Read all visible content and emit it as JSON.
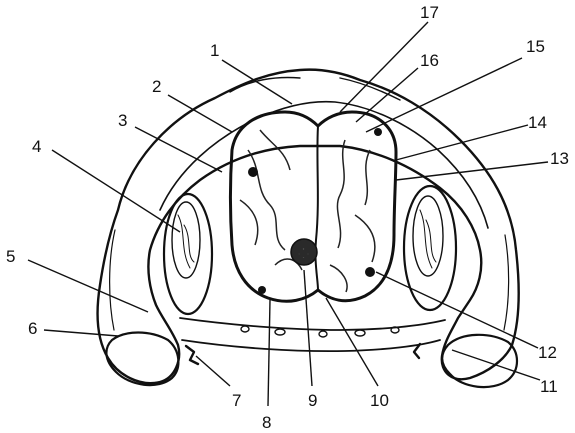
{
  "labels": [
    "1",
    "2",
    "3",
    "4",
    "5",
    "6",
    "7",
    "8",
    "9",
    "10",
    "11",
    "12",
    "13",
    "14",
    "15",
    "16",
    "17"
  ]
}
